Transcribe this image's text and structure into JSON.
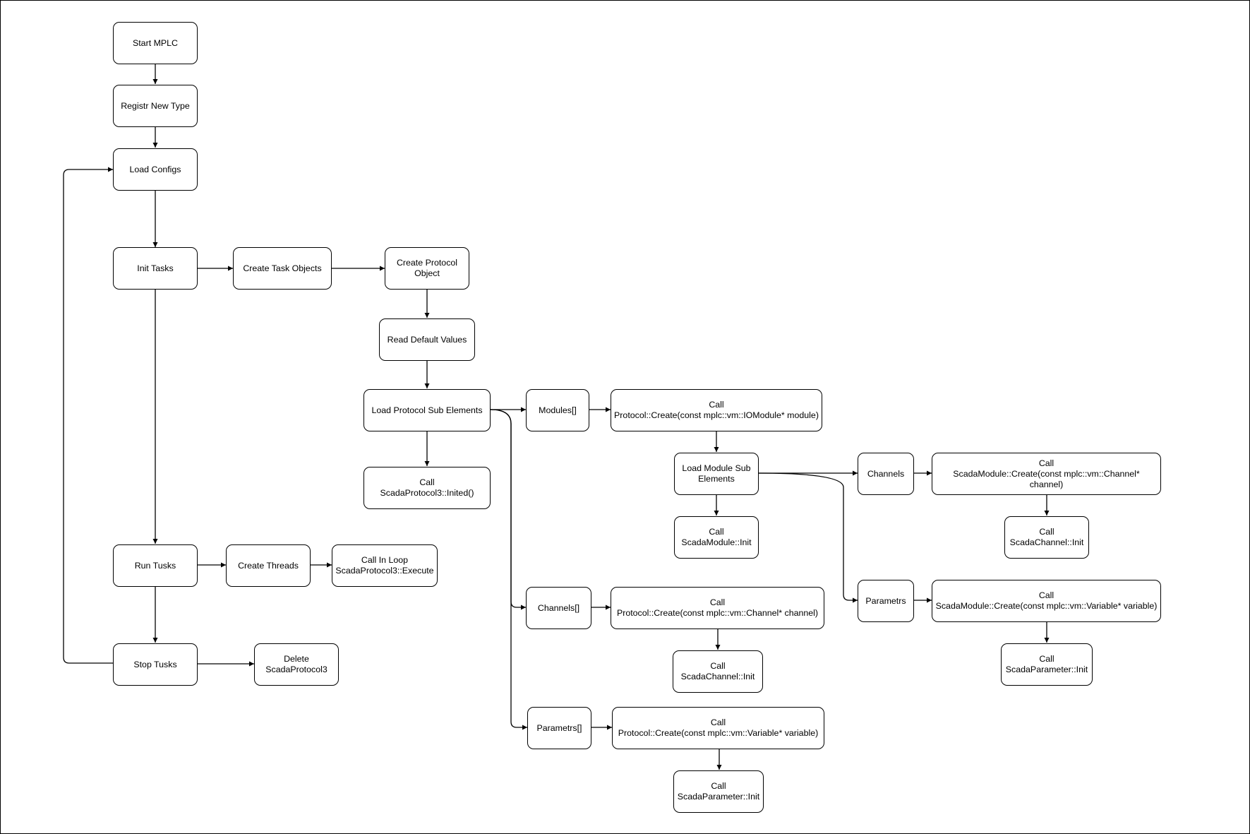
{
  "nodes": {
    "start_mplc": "Start MPLC",
    "register_new_type": "Registr New Type",
    "load_configs": "Load Configs",
    "init_tasks": "Init Tasks",
    "create_task_objects": "Create Task Objects",
    "create_protocol_object": "Create Protocol\nObject",
    "read_default_values": "Read Default Values",
    "load_protocol_sub_elements": "Load Protocol Sub Elements",
    "call_protocol_inited": "Call\nScadaProtocol3::Inited()",
    "modules_array": "Modules[]",
    "call_create_iomodule": "Call\nProtocol::Create(const mplc::vm::IOModule* module)",
    "load_module_sub_elements": "Load Module Sub\nElements",
    "call_module_init": "Call\nScadaModule::Init",
    "channels": "Channels",
    "call_module_create_channel": "Call\nScadaModule::Create(const mplc::vm::Channel* channel)",
    "call_channel_init_module": "Call\nScadaChannel::Init",
    "parametrs": "Parametrs",
    "call_module_create_variable": "Call\nScadaModule::Create(const mplc::vm::Variable* variable)",
    "call_parameter_init_module": "Call\nScadaParameter::Init",
    "channels_array": "Channels[]",
    "call_create_channel": "Call\nProtocol::Create(const mplc::vm::Channel* channel)",
    "call_channel_init": "Call\nScadaChannel::Init",
    "parametrs_array": "Parametrs[]",
    "call_create_variable": "Call\nProtocol::Create(const mplc::vm::Variable* variable)",
    "call_parameter_init": "Call\nScadaParameter::Init",
    "run_tusks": "Run Tusks",
    "create_threads": "Create Threads",
    "call_in_loop": "Call In Loop\nScadaProtocol3::Execute",
    "stop_tusks": "Stop Tusks",
    "delete_protocol": "Delete\nScadaProtocol3"
  }
}
